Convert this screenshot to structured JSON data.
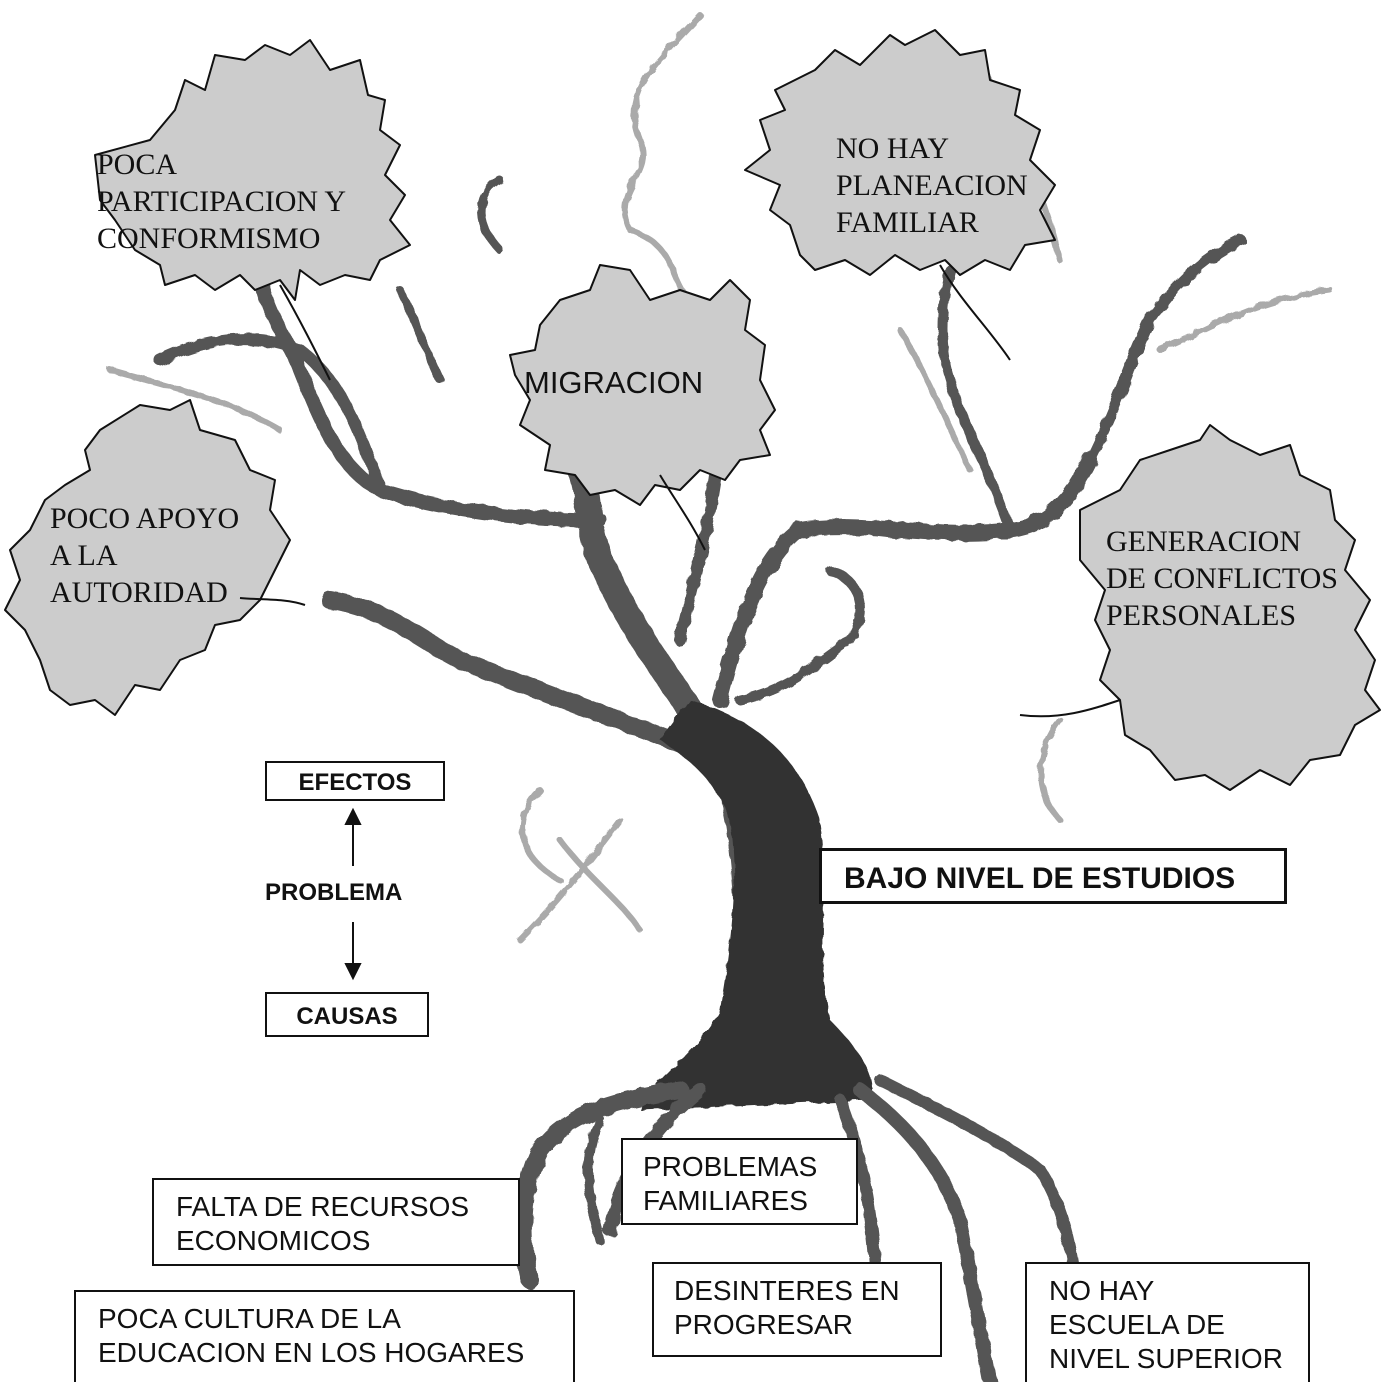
{
  "effects": [
    {
      "id": "effect-poca-participacion",
      "label": "POCA\nPARTICIPACION Y\nCONFORMISMO"
    },
    {
      "id": "effect-no-hay-planeacion",
      "label": "NO HAY\nPLANEACION\nFAMILIAR"
    },
    {
      "id": "effect-migracion",
      "label": "MIGRACION"
    },
    {
      "id": "effect-poco-apoyo",
      "label": "POCO APOYO\nA LA\nAUTORIDAD"
    },
    {
      "id": "effect-generacion-conflictos",
      "label": "GENERACION\nDE CONFLICTOS\nPERSONALES"
    }
  ],
  "problem": {
    "label": "BAJO NIVEL DE ESTUDIOS"
  },
  "legend": {
    "effects_label": "EFECTOS",
    "problem_label": "PROBLEMA",
    "causes_label": "CAUSAS"
  },
  "causes": [
    {
      "id": "cause-falta-recursos",
      "label": "FALTA DE RECURSOS\nECONOMICOS"
    },
    {
      "id": "cause-problemas-familiares",
      "label": "PROBLEMAS\nFAMILIARES"
    },
    {
      "id": "cause-poca-cultura",
      "label": "POCA CULTURA DE LA\nEDUCACION EN LOS HOGARES"
    },
    {
      "id": "cause-desinteres",
      "label": "DESINTERES EN\nPROGRESAR"
    },
    {
      "id": "cause-no-hay-escuela",
      "label": "NO HAY\nESCUELA DE\nNIVEL SUPERIOR"
    }
  ],
  "colors": {
    "leaf_fill": "#cccccc",
    "outline": "#111111",
    "branch": "#555555",
    "branch_light": "#999999"
  }
}
